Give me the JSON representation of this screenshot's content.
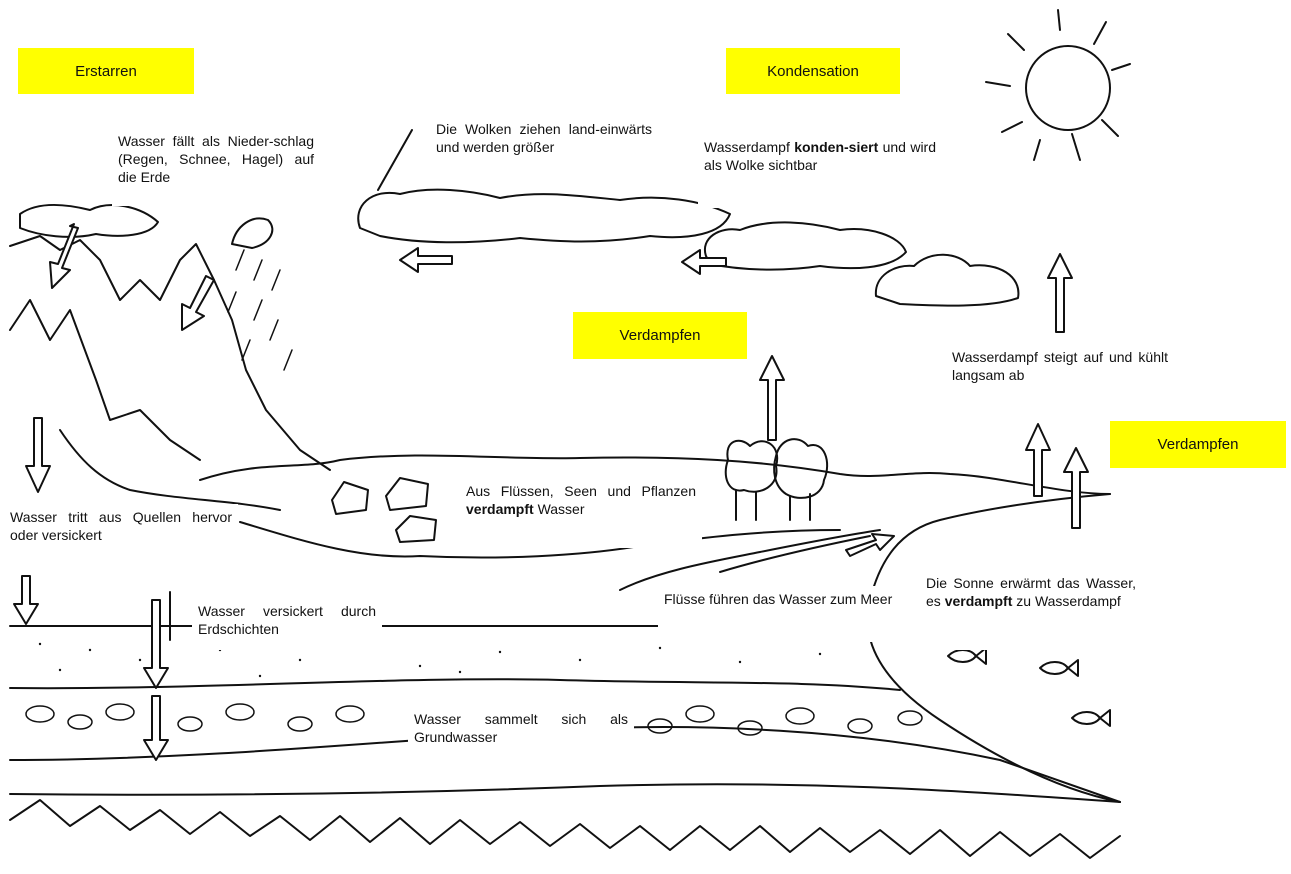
{
  "labels": {
    "erstarren": "Erstarren",
    "kondensation": "Kondensation",
    "verdampfen_mid": "Verdampfen",
    "verdampfen_right": "Verdampfen"
  },
  "texts": {
    "niederschlag": "Wasser fällt als Nieder-schlag (Regen, Schnee, Hagel) auf die Erde",
    "wolken": "Die Wolken ziehen land-einwärts und werden größer",
    "kondensiert": {
      "before": "Wasserdampf ",
      "bold": "konden-siert",
      "after": " und wird als Wolke sichtbar"
    },
    "steigt": "Wasserdampf steigt auf und kühlt langsam ab",
    "quellen": "Wasser tritt aus Quellen hervor oder versickert",
    "fluesse_verdampft": {
      "before": "Aus Flüssen, Seen und Pflanzen ",
      "bold": "verdampft",
      "after": " Wasser"
    },
    "sonne": {
      "before": "Die Sonne erwärmt das Wasser, es ",
      "bold": "verdampft",
      "after": " zu Wasserdampf"
    },
    "versickert": "Wasser versickert durch Erdschichten",
    "meer": "Flüsse führen das Wasser zum Meer",
    "grundwasser": "Wasser sammelt sich als Grundwasser"
  },
  "colors": {
    "label_bg": "#ffff00",
    "ink": "#111111"
  }
}
